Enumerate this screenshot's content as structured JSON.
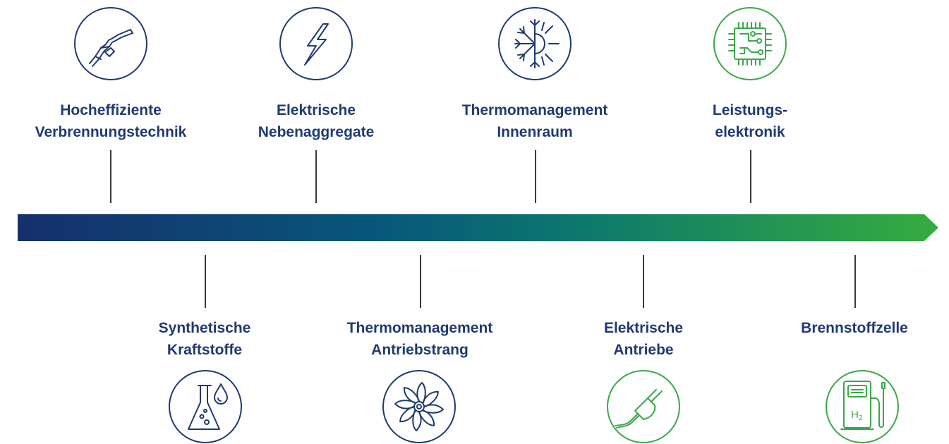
{
  "colors": {
    "navy": "#1f3a72",
    "green": "#3aa84a",
    "line": "#3a3a3a"
  },
  "timeline": {
    "top": [
      {
        "label": "Hocheffiziente\nVerbrennungstechnik",
        "icon": "fuel-nozzle-icon",
        "color": "#1f3a72"
      },
      {
        "label": "Elektrische\nNebenaggregate",
        "icon": "lightning-bolt-icon",
        "color": "#1f3a72"
      },
      {
        "label": "Thermomanagement\nInnenraum",
        "icon": "snowflake-sun-icon",
        "color": "#1f3a72"
      },
      {
        "label": "Leistungs-\nelektronik",
        "icon": "circuit-chip-icon",
        "color": "#3aa84a"
      }
    ],
    "bottom": [
      {
        "label": "Synthetische\nKraftstoffe",
        "icon": "flask-drop-icon",
        "color": "#1f3a72"
      },
      {
        "label": "Thermomanagement\nAntriebstrang",
        "icon": "fan-icon",
        "color": "#1f3a72"
      },
      {
        "label": "Elektrische\nAntriebe",
        "icon": "power-plug-icon",
        "color": "#3aa84a"
      },
      {
        "label": "Brennstoffzelle",
        "icon": "h2-fuel-pump-icon",
        "color": "#3aa84a"
      }
    ],
    "pump_text": "H2"
  }
}
